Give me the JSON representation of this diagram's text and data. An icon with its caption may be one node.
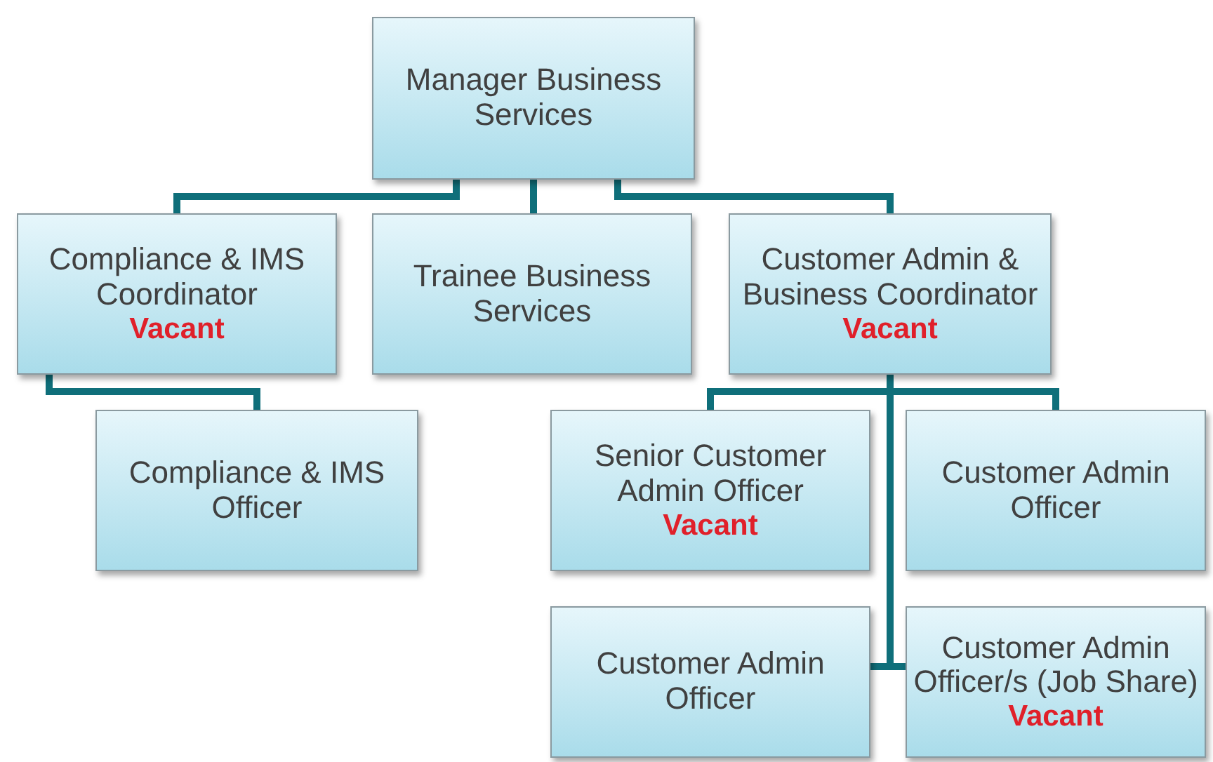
{
  "diagram": {
    "nodes": [
      {
        "text": [
          "Manager Business Services"
        ]
      },
      {
        "text": [
          "Compliance & IMS Coordinator",
          "Vacant"
        ]
      },
      {
        "text": [
          "Trainee Business Services"
        ]
      },
      {
        "text": [
          "Customer Admin & Business Coordinator",
          "Vacant"
        ]
      },
      {
        "text": [
          "Compliance & IMS Officer"
        ]
      },
      {
        "text": [
          "Senior Customer Admin Officer",
          "Vacant"
        ]
      },
      {
        "text": [
          "Customer Admin Officer"
        ]
      },
      {
        "text": [
          "Customer Admin Officer"
        ]
      },
      {
        "text": [
          "Customer Admin Officer/s (Job Share)",
          "Vacant"
        ]
      }
    ],
    "edges": [
      {
        "from": 0,
        "to": 1,
        "arrow": "none"
      },
      {
        "from": 0,
        "to": 2,
        "arrow": "none"
      },
      {
        "from": 0,
        "to": 3,
        "arrow": "none"
      },
      {
        "from": 1,
        "to": 4,
        "arrow": "none"
      },
      {
        "from": 3,
        "to": 5,
        "arrow": "none"
      },
      {
        "from": 3,
        "to": 6,
        "arrow": "none"
      },
      {
        "from": 3,
        "to": 7,
        "arrow": "none"
      },
      {
        "from": 3,
        "to": 8,
        "arrow": "none"
      }
    ]
  }
}
